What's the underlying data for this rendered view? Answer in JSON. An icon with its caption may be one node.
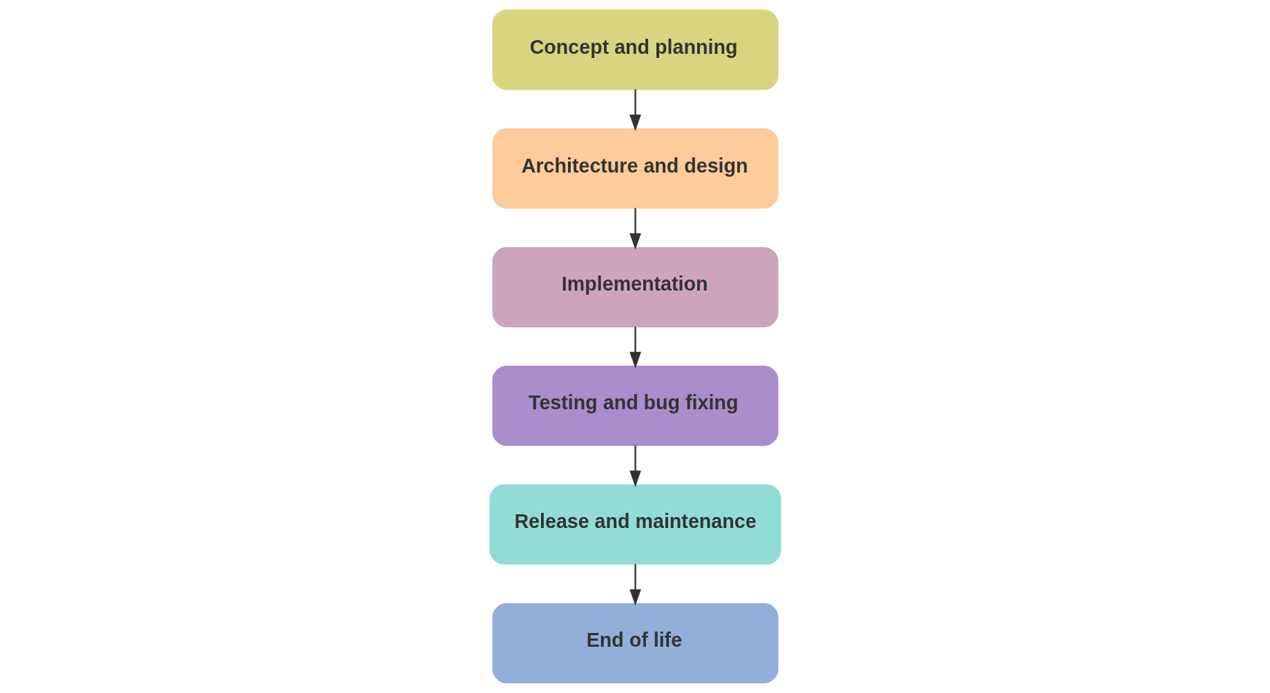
{
  "diagram": {
    "nodes": [
      {
        "text": [
          "Concept and planning"
        ]
      },
      {
        "text": [
          "Architecture and design"
        ]
      },
      {
        "text": [
          "Implementation"
        ]
      },
      {
        "text": [
          "Testing and bug fixing"
        ]
      },
      {
        "text": [
          "Release and maintenance"
        ]
      },
      {
        "text": [
          "End of life"
        ]
      }
    ],
    "edges": [
      {
        "from": 0,
        "to": 1,
        "arrow": "to"
      },
      {
        "from": 1,
        "to": 2,
        "arrow": "to"
      },
      {
        "from": 2,
        "to": 3,
        "arrow": "to"
      },
      {
        "from": 3,
        "to": 4,
        "arrow": "to"
      },
      {
        "from": 4,
        "to": 5,
        "arrow": "to"
      }
    ]
  }
}
